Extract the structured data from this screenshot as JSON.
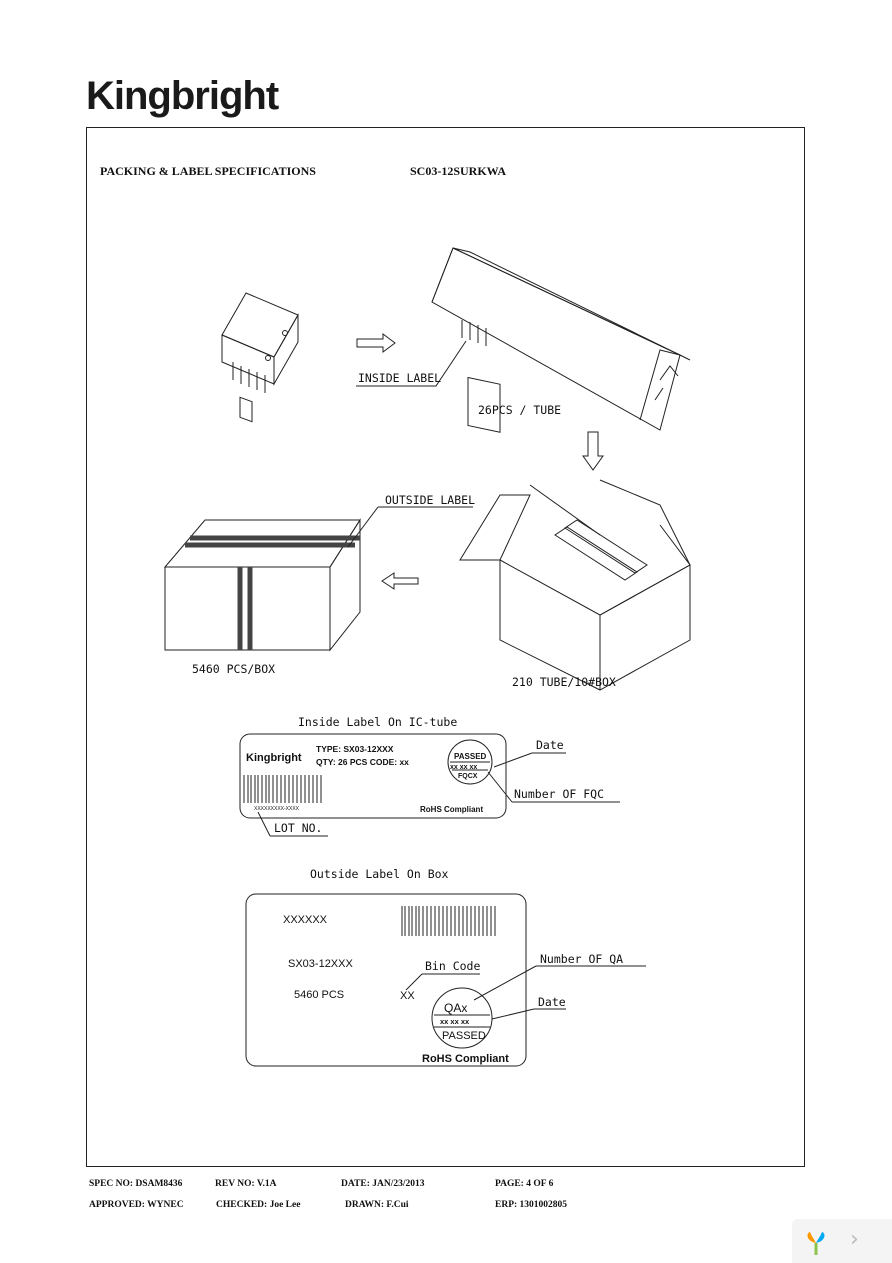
{
  "header": {
    "brand": "Kingbright",
    "title": "PACKING & LABEL SPECIFICATIONS",
    "part": "SC03-12SURKWA"
  },
  "figure": {
    "inside_label": "INSIDE LABEL",
    "tube_qty": "26PCS / TUBE",
    "outside_label": "OUTSIDE LABEL",
    "box_qty": "5460 PCS/BOX",
    "carton_qty": "210 TUBE/10#BOX"
  },
  "tube_label": {
    "caption": "Inside Label On IC-tube",
    "brand": "Kingbright",
    "type": "TYPE: SX03-12XXX",
    "qty": "QTY: 26 PCS   CODE: xx",
    "lot_code": "XXXXXXXXX-XXXX",
    "rohs": "RoHS Compliant",
    "stamp_top": "PASSED",
    "stamp_mid": "xx  xx  xx",
    "stamp_bot": "FQCX",
    "date": "Date",
    "fqc": "Number OF FQC",
    "lot": "LOT NO."
  },
  "box_label": {
    "caption": "Outside Label On Box",
    "code": "XXXXXX",
    "type": "SX03-12XXX",
    "qty": "5460  PCS",
    "bin": "XX",
    "bin_code": "Bin Code",
    "qa": "QAx",
    "stamp_mid": "xx   xx   xx",
    "passed": "PASSED",
    "rohs": "RoHS Compliant",
    "num_qa": "Number OF QA",
    "date": "Date"
  },
  "footer": {
    "spec": "SPEC NO: DSAM8436",
    "rev": "REV NO: V.1A",
    "date": "DATE: JAN/23/2013",
    "page": "PAGE:  4  OF 6",
    "approved": "APPROVED: WYNEC",
    "checked": "CHECKED: Joe Lee",
    "drawn": "DRAWN: F.Cui",
    "erp": "ERP: 1301002805"
  }
}
